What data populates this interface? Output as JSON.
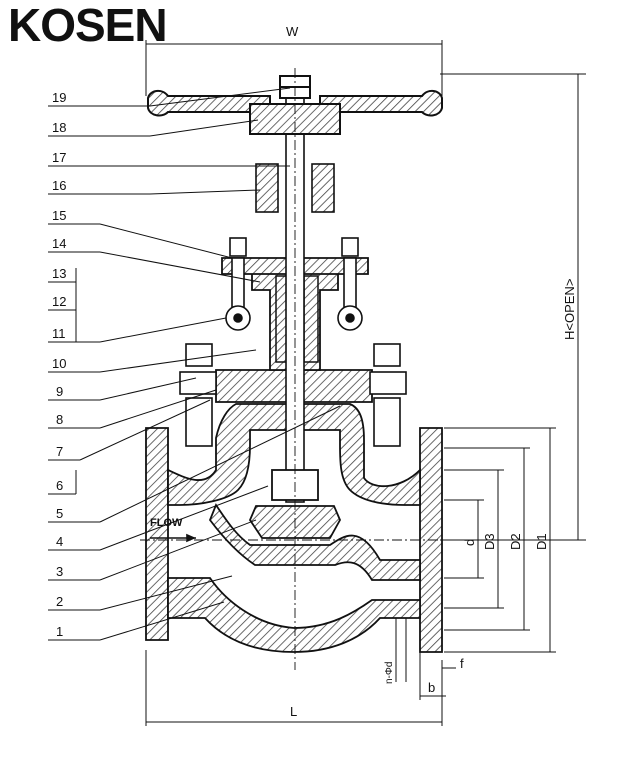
{
  "brand": {
    "logo_text": "KOSEN"
  },
  "callouts": [
    {
      "n": "19"
    },
    {
      "n": "18"
    },
    {
      "n": "17"
    },
    {
      "n": "16"
    },
    {
      "n": "15"
    },
    {
      "n": "14"
    },
    {
      "n": "13"
    },
    {
      "n": "12"
    },
    {
      "n": "11"
    },
    {
      "n": "10"
    },
    {
      "n": "9"
    },
    {
      "n": "8"
    },
    {
      "n": "7"
    },
    {
      "n": "6"
    },
    {
      "n": "5"
    },
    {
      "n": "4"
    },
    {
      "n": "3"
    },
    {
      "n": "2"
    },
    {
      "n": "1"
    }
  ],
  "dimensions": {
    "w": "W",
    "h": "H<OPEN>",
    "l": "L",
    "d": "d",
    "d3": "D3",
    "d2": "D2",
    "d1": "D1",
    "n_phi_d": "n-Φd",
    "f": "f",
    "b": "b"
  },
  "flow_label": "FLOW",
  "colors": {
    "line": "#111111",
    "hatch": "#444444"
  }
}
